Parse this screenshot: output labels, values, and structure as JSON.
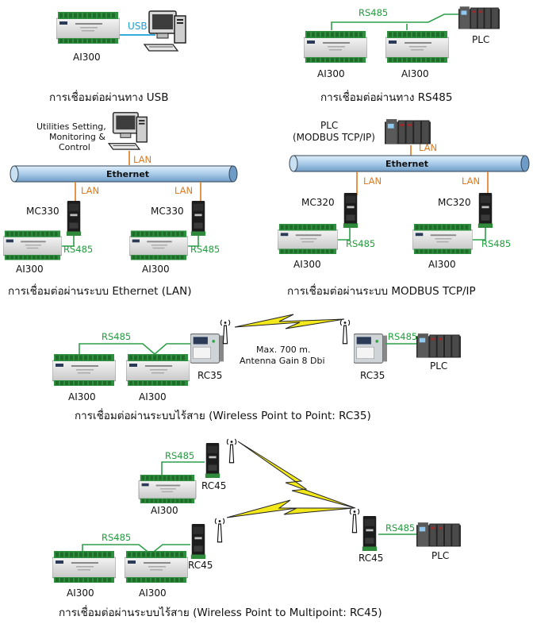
{
  "sections": {
    "usb": {
      "device": "AI300",
      "link": "USB",
      "caption": "การเชื่อมต่อผ่านทาง USB"
    },
    "rs485": {
      "link": "RS485",
      "devices": [
        "AI300",
        "AI300"
      ],
      "plc": "PLC",
      "caption": "การเชื่อมต่อผ่านทาง RS485"
    },
    "ethernet_lan": {
      "pc_label_lines": [
        "Utilities Setting,",
        "Monitoring &",
        "Control"
      ],
      "bus": "Ethernet",
      "lan": "LAN",
      "gateways": [
        "MC330",
        "MC330"
      ],
      "rs485": "RS485",
      "devices": [
        "AI300",
        "AI300"
      ],
      "caption": "การเชื่อมต่อผ่านระบบ Ethernet (LAN)"
    },
    "modbus_tcp": {
      "plc_lines": [
        "PLC",
        "(MODBUS TCP/IP)"
      ],
      "bus": "Ethernet",
      "lan": "LAN",
      "gateways": [
        "MC320",
        "MC320"
      ],
      "rs485": "RS485",
      "devices": [
        "AI300",
        "AI300"
      ],
      "caption": "การเชื่อมต่อผ่านระบบ MODBUS TCP/IP"
    },
    "wireless_p2p": {
      "rs485": "RS485",
      "devices": [
        "AI300",
        "AI300"
      ],
      "radio": "RC35",
      "range_lines": [
        "Max. 700 m.",
        "Antenna Gain 8 Dbi"
      ],
      "plc": "PLC",
      "caption": "การเชื่อมต่อผ่านระบบไร้สาย (Wireless Point to Point: RC35)"
    },
    "wireless_mp": {
      "rs485": "RS485",
      "devices": [
        "AI300",
        "AI300",
        "AI300"
      ],
      "radio": "RC45",
      "plc": "PLC",
      "caption": "การเชื่อมต่อผ่านระบบไร้สาย (Wireless Point to Multipoint: RC45)"
    }
  },
  "colors": {
    "rs485": "#2f9e4a",
    "lan": "#e07a1c",
    "usb": "#1aa0d8",
    "ethernet_bus": "#a9cbe8",
    "lightning": "#f2e81a"
  },
  "icons": [
    "module-icon",
    "computer-icon",
    "plc-icon",
    "gateway-icon",
    "radio-icon",
    "antenna-icon",
    "lightning-icon"
  ]
}
